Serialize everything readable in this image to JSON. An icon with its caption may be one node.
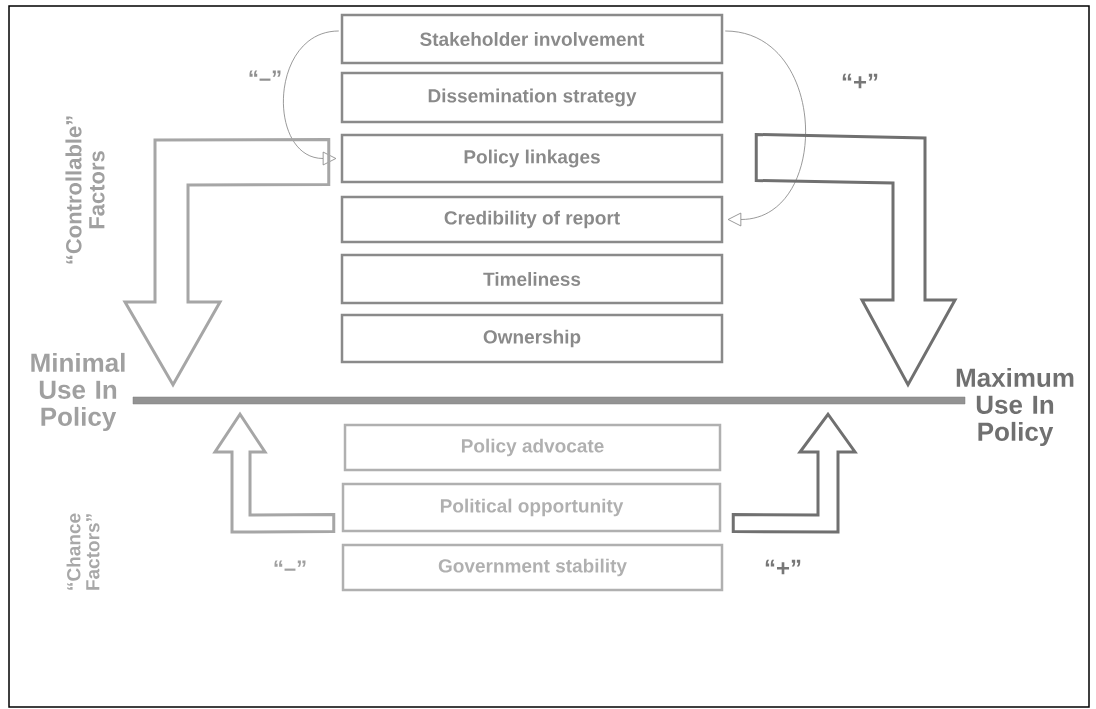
{
  "diagram": {
    "nodes": [
      {
        "text": [
          "Stakeholder involvement"
        ]
      },
      {
        "text": [
          "Dissemination strategy"
        ]
      },
      {
        "text": [
          "Policy linkages"
        ]
      },
      {
        "text": [
          "Credibility of report"
        ]
      },
      {
        "text": [
          "Timeliness"
        ]
      },
      {
        "text": [
          "Ownership"
        ]
      },
      {
        "text": [],
        "shape": "bar"
      },
      {
        "text": [
          "Policy advocate"
        ]
      },
      {
        "text": [
          "Political opportunity"
        ]
      },
      {
        "text": [
          "Government stability"
        ]
      }
    ],
    "edges": [
      {
        "from": 0,
        "to": 2,
        "arrow": "to"
      },
      {
        "from": 0,
        "to": 3,
        "arrow": "to"
      },
      {
        "from": 2,
        "to": 6,
        "arrow": "to",
        "style": "thick"
      },
      {
        "from": 2,
        "to": 6,
        "arrow": "to",
        "style": "thick",
        "color": "#707070"
      },
      {
        "from": 8,
        "to": 6,
        "arrow": "to",
        "style": "thick"
      },
      {
        "from": 8,
        "to": 6,
        "arrow": "to",
        "style": "thick",
        "color": "#707070"
      }
    ],
    "labels": [
      "“Controllable” Factors",
      "“–”",
      "“+”",
      "Minimal Use In Policy",
      "Maximum Use In Policy",
      "“Chance Factors”",
      "“–”",
      "“+”"
    ]
  }
}
